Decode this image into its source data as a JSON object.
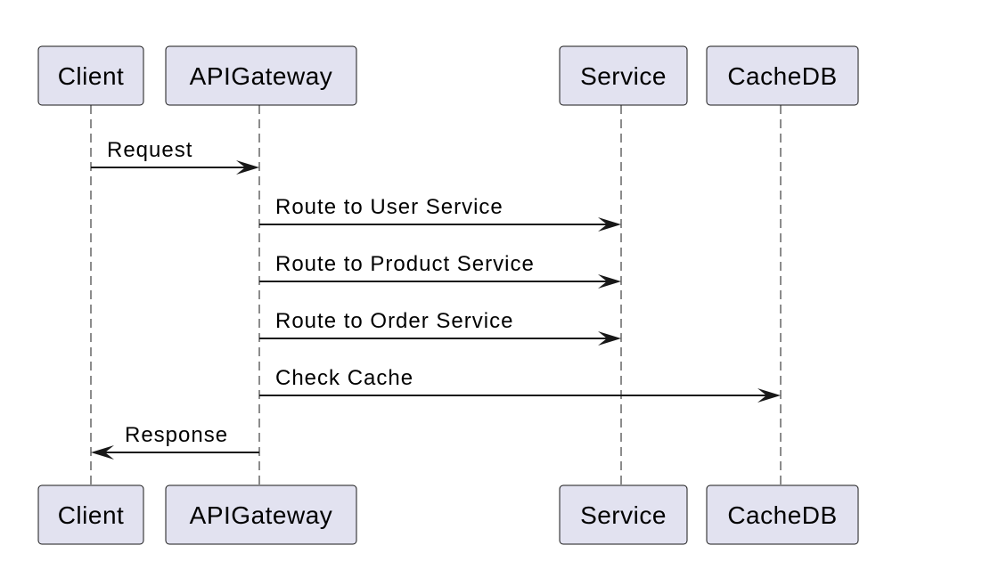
{
  "participants": [
    {
      "id": "client",
      "label": "Client"
    },
    {
      "id": "apigateway",
      "label": "APIGateway"
    },
    {
      "id": "service",
      "label": "Service"
    },
    {
      "id": "cachedb",
      "label": "CacheDB"
    }
  ],
  "messages": [
    {
      "from": "client",
      "to": "apigateway",
      "label": "Request"
    },
    {
      "from": "apigateway",
      "to": "service",
      "label": "Route to User Service"
    },
    {
      "from": "apigateway",
      "to": "service",
      "label": "Route to Product Service"
    },
    {
      "from": "apigateway",
      "to": "service",
      "label": "Route to Order Service"
    },
    {
      "from": "apigateway",
      "to": "cachedb",
      "label": "Check Cache"
    },
    {
      "from": "apigateway",
      "to": "client",
      "label": "Response"
    }
  ],
  "colors": {
    "participant_fill": "#e2e2f0",
    "stroke": "#181818",
    "background": "#ffffff"
  }
}
